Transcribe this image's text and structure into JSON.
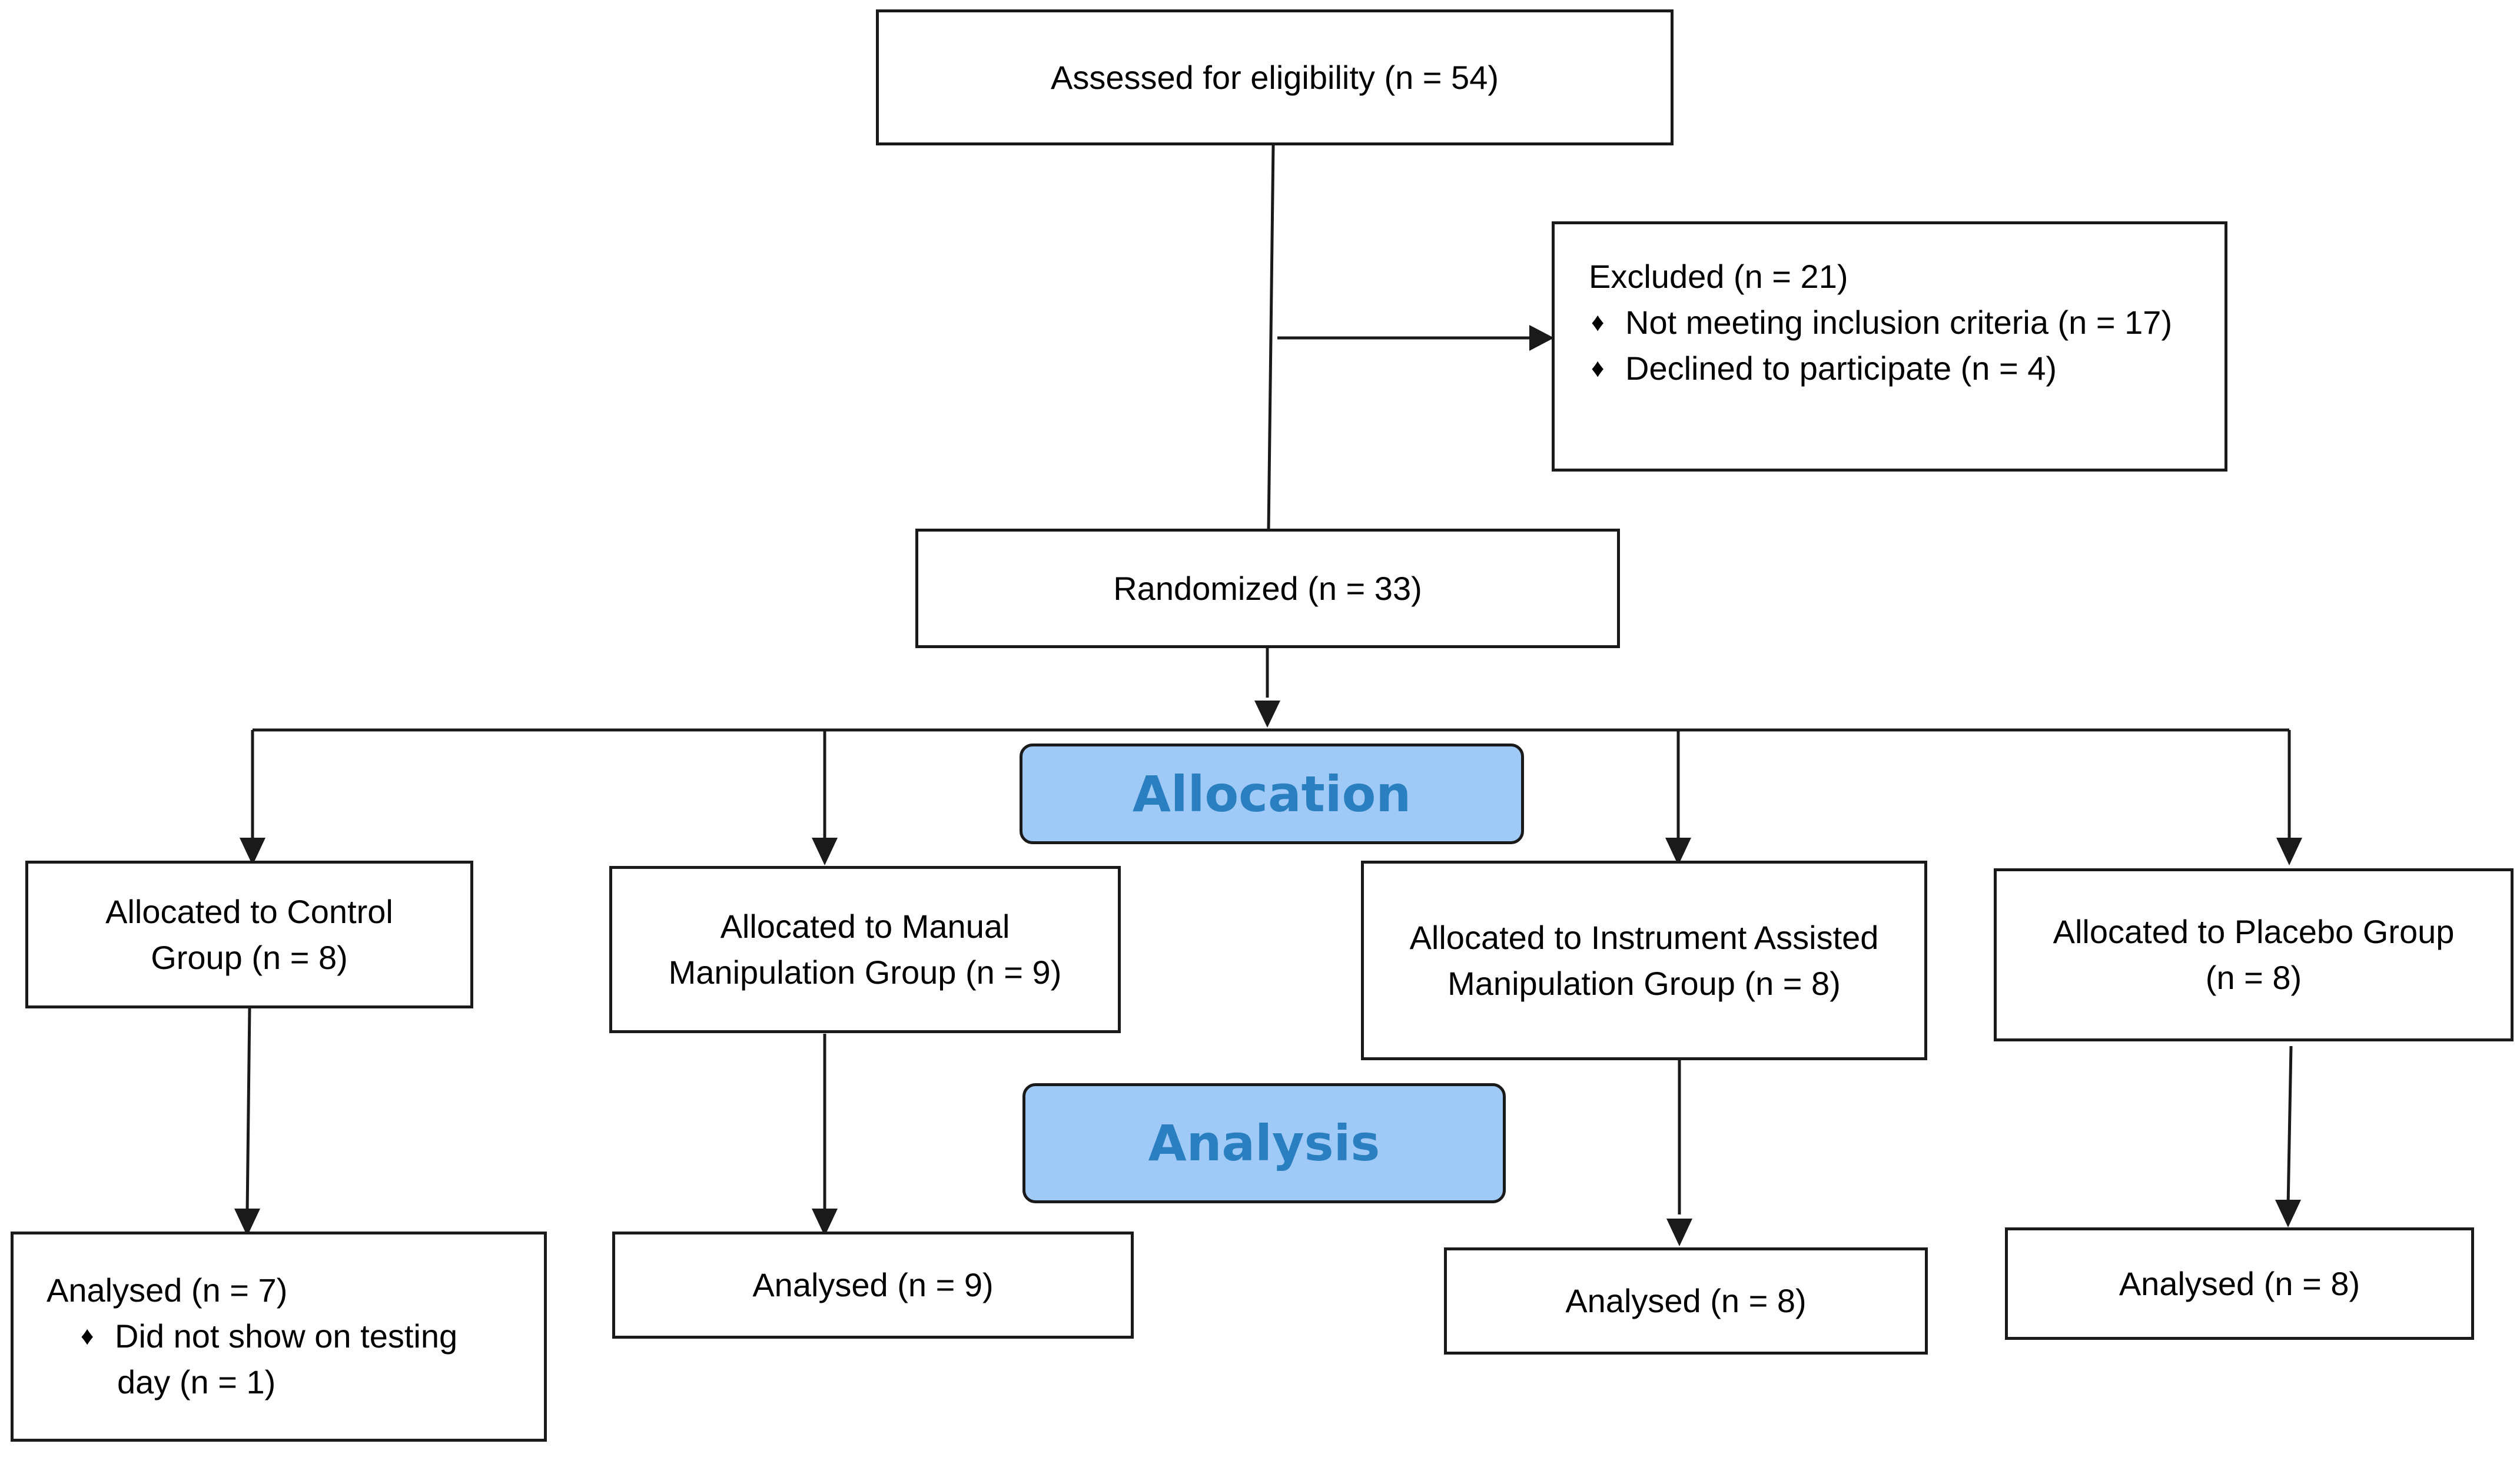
{
  "flowchart": {
    "assessed": {
      "text": "Assessed for eligibility (n = 54)"
    },
    "excluded": {
      "title": "Excluded (n = 21)",
      "bullets": [
        "Not meeting inclusion criteria (n = 17)",
        "Declined to participate (n = 4)"
      ],
      "bullet_glyph": "♦"
    },
    "randomized": {
      "text": "Randomized (n = 33)"
    },
    "stages": {
      "allocation": "Allocation",
      "analysis": "Analysis"
    },
    "allocated": [
      {
        "line1": "Allocated to Control",
        "line2": "Group (n = 8)"
      },
      {
        "line1": "Allocated to Manual",
        "line2": "Manipulation Group (n = 9)"
      },
      {
        "line1": "Allocated to Instrument Assisted",
        "line2": "Manipulation Group (n = 8)"
      },
      {
        "line1": "Allocated to Placebo Group",
        "line2": "(n = 8)"
      }
    ],
    "analysed": [
      {
        "title": "Analysed (n = 7)",
        "bullet": "Did not show on testing",
        "bullet_cont": "day (n = 1)"
      },
      {
        "title": "Analysed (n = 9)"
      },
      {
        "title": "Analysed (n = 8)"
      },
      {
        "title": "Analysed (n = 8)"
      }
    ]
  },
  "colors": {
    "stage_fill": "#9fc9f6",
    "stage_text": "#2a7fc1",
    "line": "#1a1a1a"
  }
}
